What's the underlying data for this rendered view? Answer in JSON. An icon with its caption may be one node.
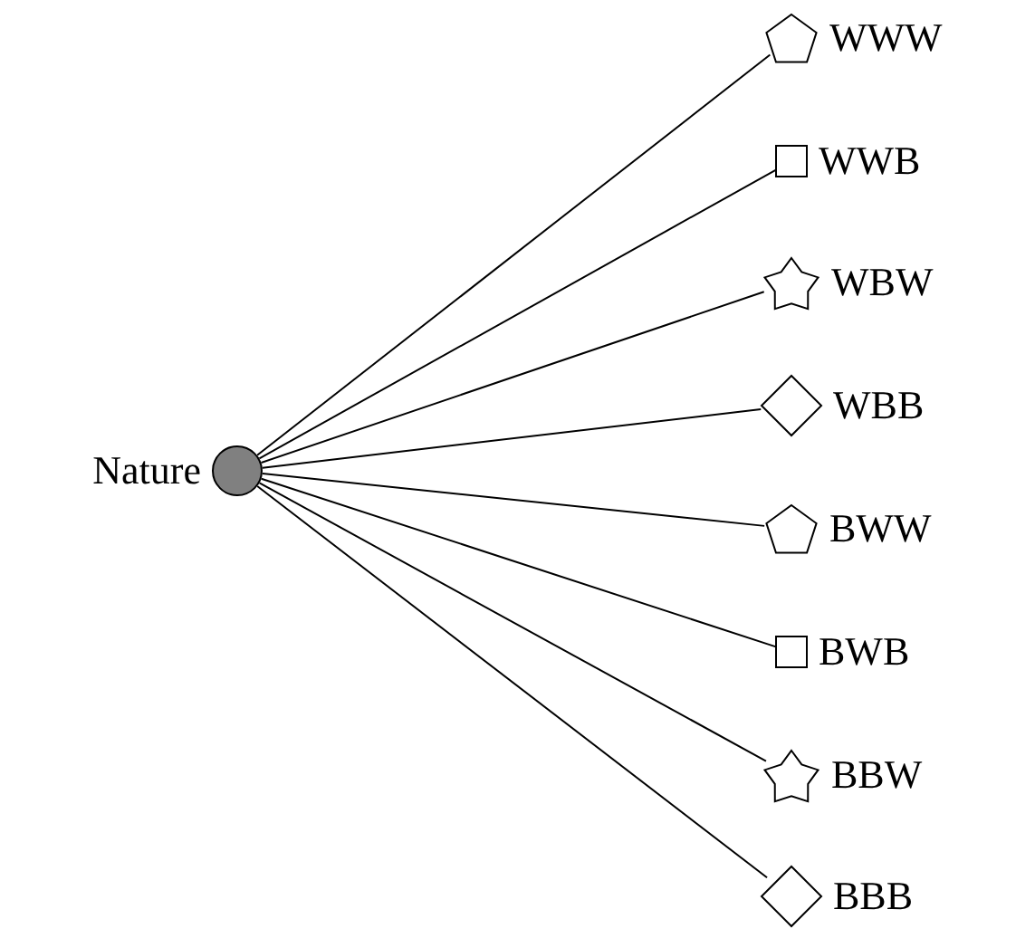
{
  "diagram": {
    "nodes": [
      {
        "text": [],
        "shape": "circle",
        "beside": [
          "Nature"
        ]
      },
      {
        "text": [],
        "shape": "pentagon",
        "beside": [
          "WWW"
        ]
      },
      {
        "text": [],
        "shape": "box",
        "beside": [
          "WWB"
        ]
      },
      {
        "text": [],
        "shape": "star",
        "beside": [
          "WBW"
        ]
      },
      {
        "text": [],
        "shape": "diamond",
        "beside": [
          "WBB"
        ]
      },
      {
        "text": [],
        "shape": "pentagon",
        "beside": [
          "BWW"
        ]
      },
      {
        "text": [],
        "shape": "box",
        "beside": [
          "BWB"
        ]
      },
      {
        "text": [],
        "shape": "star",
        "beside": [
          "BBW"
        ]
      },
      {
        "text": [],
        "shape": "diamond",
        "beside": [
          "BBB"
        ]
      }
    ],
    "edges": [
      {
        "from": 0,
        "to": 1,
        "arrow": "none"
      },
      {
        "from": 0,
        "to": 2,
        "arrow": "none"
      },
      {
        "from": 0,
        "to": 3,
        "arrow": "none"
      },
      {
        "from": 0,
        "to": 4,
        "arrow": "none"
      },
      {
        "from": 0,
        "to": 5,
        "arrow": "none"
      },
      {
        "from": 0,
        "to": 6,
        "arrow": "none"
      },
      {
        "from": 0,
        "to": 7,
        "arrow": "none"
      },
      {
        "from": 0,
        "to": 8,
        "arrow": "none"
      }
    ]
  }
}
